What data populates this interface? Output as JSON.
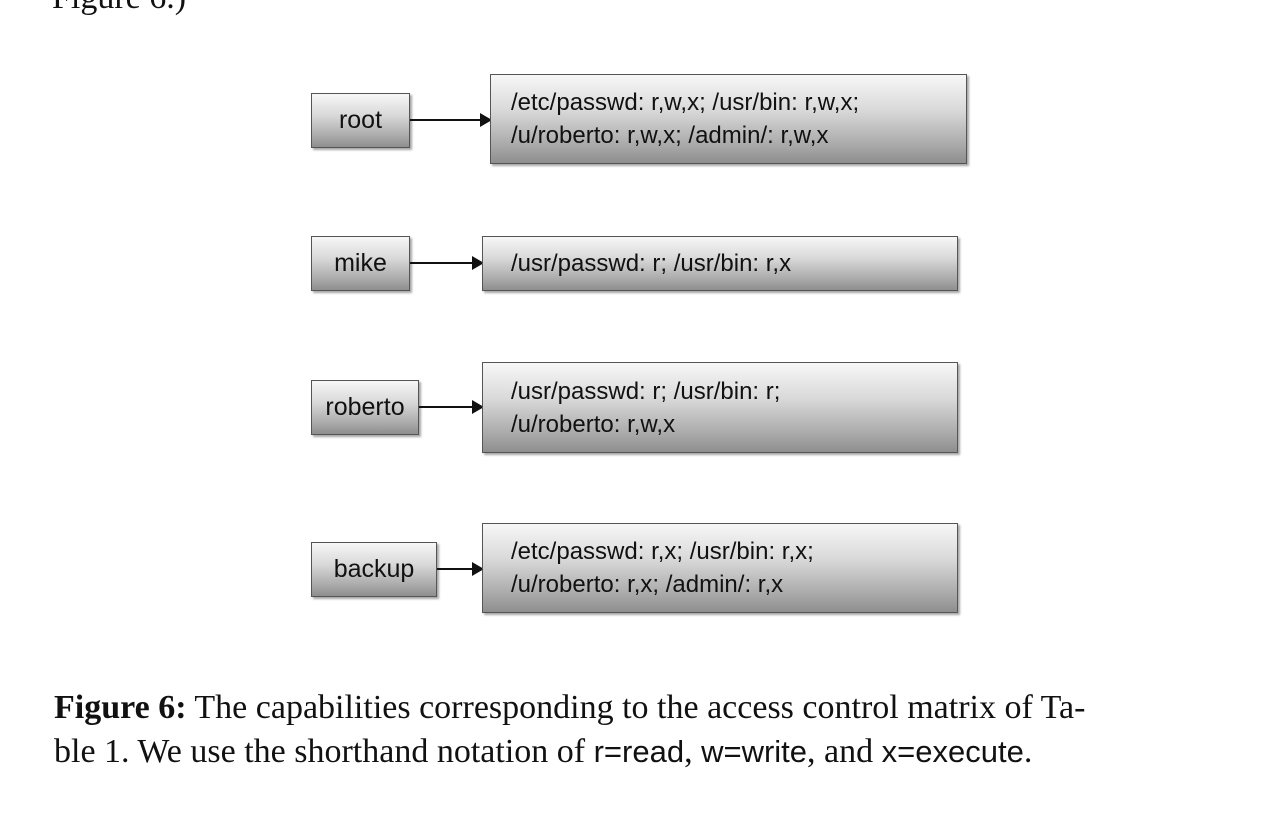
{
  "top_fragment": "Figure 6.)",
  "rows": [
    {
      "user": "root",
      "capabilities": [
        "/etc/passwd: r,w,x; /usr/bin: r,w,x;",
        "/u/roberto: r,w,x; /admin/: r,w,x"
      ]
    },
    {
      "user": "mike",
      "capabilities": [
        "/usr/passwd: r; /usr/bin: r,x"
      ]
    },
    {
      "user": "roberto",
      "capabilities": [
        "/usr/passwd: r; /usr/bin: r;",
        "/u/roberto: r,w,x"
      ]
    },
    {
      "user": "backup",
      "capabilities": [
        "/etc/passwd: r,x; /usr/bin: r,x;",
        "/u/roberto: r,x; /admin/: r,x"
      ]
    }
  ],
  "caption": {
    "label": "Figure 6:",
    "text_1": " The capabilities corresponding to the access control matrix of Ta-",
    "text_2": "ble 1. We use the shorthand notation of ",
    "r_eq": "r=read",
    "sep_1": ", ",
    "w_eq": "w=write",
    "sep_2": ", and ",
    "x_eq": "x=execute",
    "end": "."
  }
}
